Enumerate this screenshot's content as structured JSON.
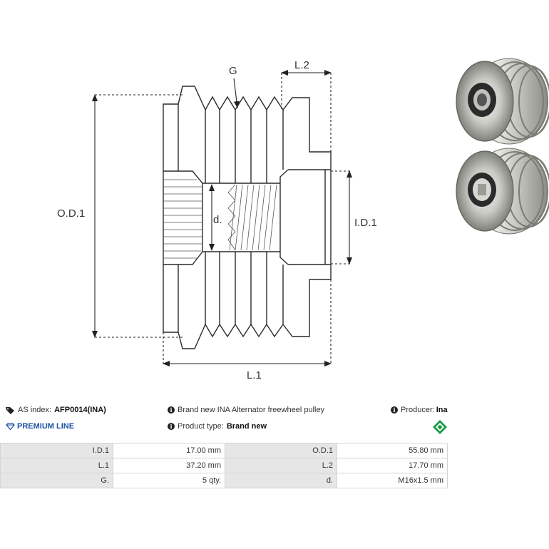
{
  "drawing": {
    "labels": {
      "g": "G",
      "l2": "L.2",
      "od1": "O.D.1",
      "id1": "I.D.1",
      "d": "d.",
      "l1": "L.1"
    }
  },
  "photos": [
    {
      "name": "pulley-photo-front"
    },
    {
      "name": "pulley-photo-angled"
    }
  ],
  "info": {
    "as_index_label": "AS index:",
    "as_index_value": "AFP0014(INA)",
    "description": "Brand new INA Alternator freewheel pulley",
    "producer_label": "Producer:",
    "producer_value": "Ina",
    "premium_line": "PREMIUM LINE",
    "product_type_label": "Product type:",
    "product_type_value": "Brand new",
    "icons": {
      "tag": "tag-icon",
      "diamond": "diamond-icon",
      "info": "info-icon",
      "brand_logo": "ina-logo-icon"
    },
    "colors": {
      "premium": "#1a4fa0",
      "ina_logo": "#1b9a4a"
    }
  },
  "specs": [
    {
      "k1": "I.D.1",
      "v1": "17.00 mm",
      "k2": "O.D.1",
      "v2": "55.80 mm"
    },
    {
      "k1": "L.1",
      "v1": "37.20 mm",
      "k2": "L.2",
      "v2": "17.70 mm"
    },
    {
      "k1": "G.",
      "v1": "5 qty.",
      "k2": "d.",
      "v2": "M16x1.5 mm"
    }
  ]
}
